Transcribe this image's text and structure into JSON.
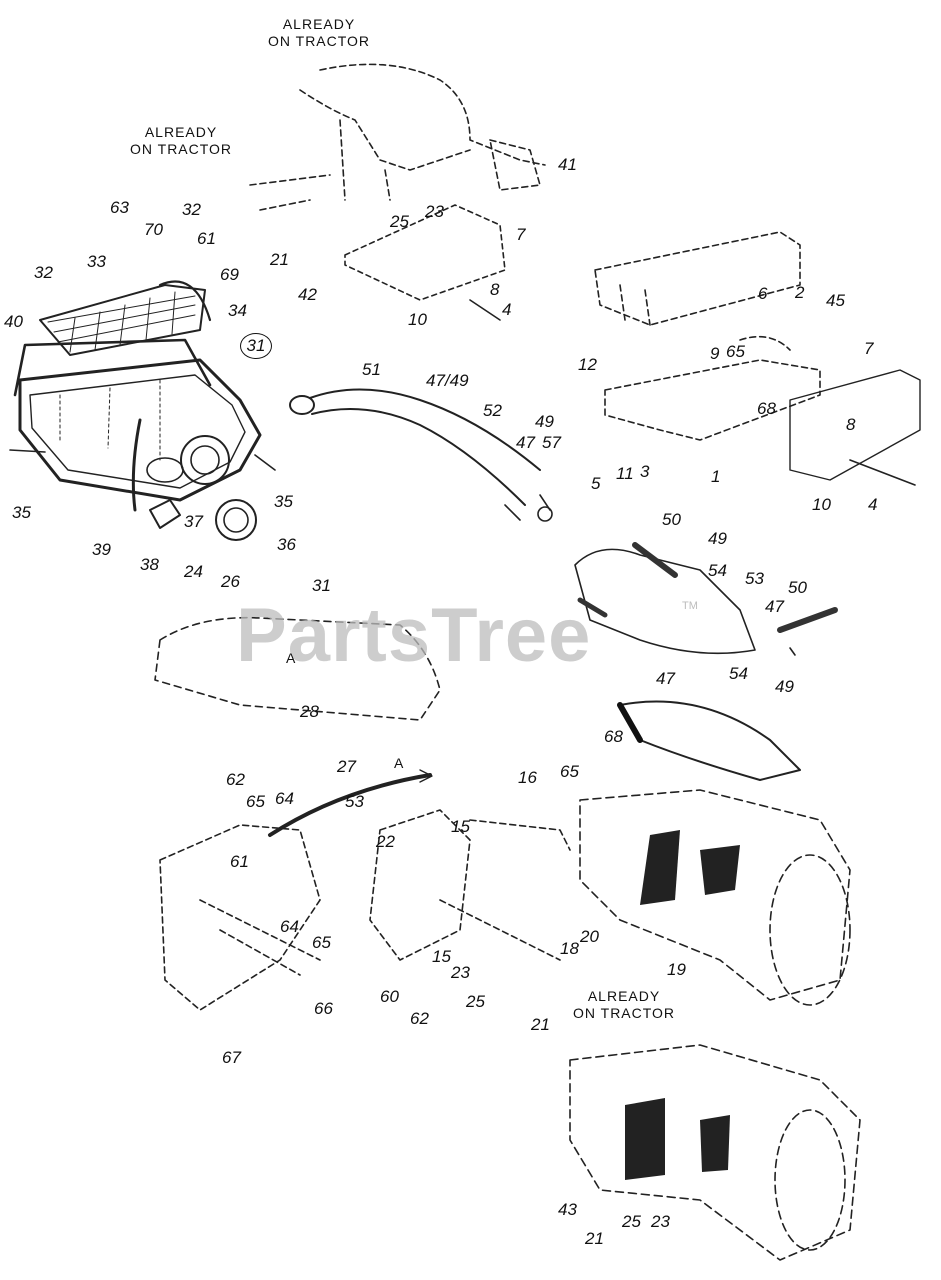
{
  "watermark": {
    "text": "PartsTree",
    "mark": "TM"
  },
  "notes": {
    "top": [
      "ALREADY",
      "ON TRACTOR"
    ],
    "upper_left": [
      "ALREADY",
      "ON TRACTOR"
    ],
    "lower_right": [
      "ALREADY",
      "ON TRACTOR"
    ]
  },
  "callouts": [
    "41",
    "25",
    "23",
    "7",
    "21",
    "42",
    "8",
    "4",
    "10",
    "63",
    "70",
    "32",
    "61",
    "32",
    "33",
    "69",
    "34",
    "31",
    "40",
    "35",
    "35",
    "39",
    "37",
    "38",
    "36",
    "6",
    "2",
    "45",
    "9",
    "65",
    "7",
    "12",
    "68",
    "8",
    "1",
    "10",
    "4",
    "51",
    "47/49",
    "52",
    "49",
    "47",
    "57",
    "5",
    "11",
    "3",
    "50",
    "49",
    "54",
    "53",
    "50",
    "47",
    "54",
    "49",
    "47",
    "24",
    "26",
    "31",
    "A",
    "28",
    "68",
    "27",
    "A",
    "16",
    "65",
    "62",
    "65",
    "64",
    "53",
    "15",
    "22",
    "61",
    "64",
    "65",
    "18",
    "20",
    "15",
    "23",
    "60",
    "25",
    "19",
    "66",
    "62",
    "21",
    "67",
    "43",
    "21",
    "25",
    "23"
  ]
}
